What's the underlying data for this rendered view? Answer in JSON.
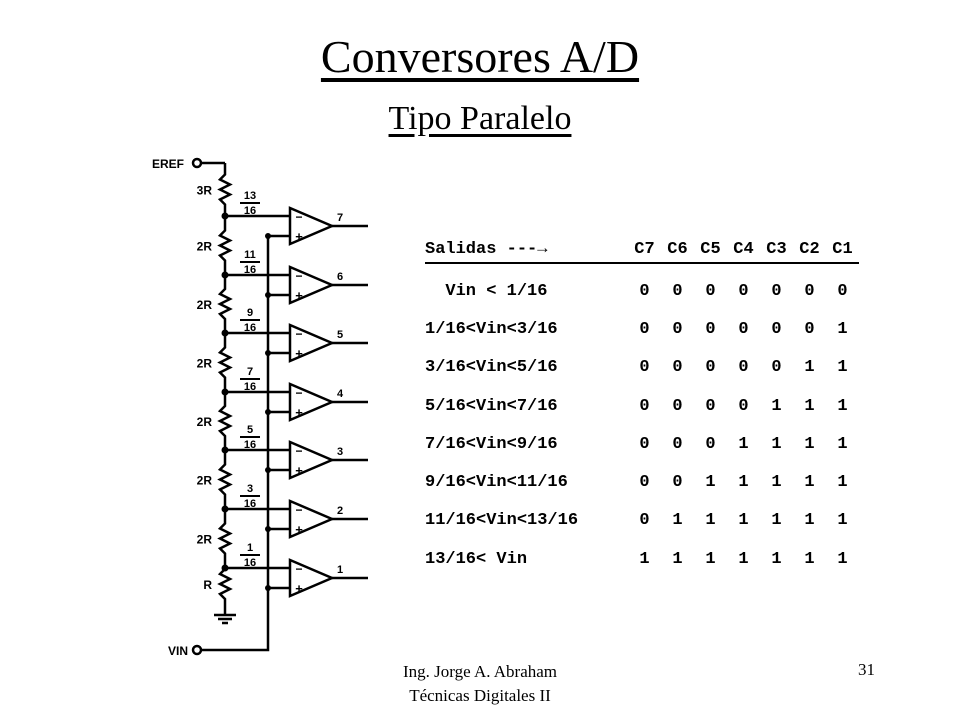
{
  "slide": {
    "title": "Conversores A/D",
    "subtitle": "Tipo Paralelo"
  },
  "circuit": {
    "eref_label": "EREF",
    "vin_label": "VIN",
    "resistors": [
      "3R",
      "2R",
      "2R",
      "2R",
      "2R",
      "2R",
      "2R",
      "R"
    ],
    "taps": [
      {
        "num": "13",
        "den": "16",
        "output": "7"
      },
      {
        "num": "11",
        "den": "16",
        "output": "6"
      },
      {
        "num": "9",
        "den": "16",
        "output": "5"
      },
      {
        "num": "7",
        "den": "16",
        "output": "4"
      },
      {
        "num": "5",
        "den": "16",
        "output": "3"
      },
      {
        "num": "3",
        "den": "16",
        "output": "2"
      },
      {
        "num": "1",
        "den": "16",
        "output": "1"
      }
    ],
    "minus_sign": "−",
    "plus_sign": "+"
  },
  "table": {
    "header_label": "Salidas ---",
    "arrow": "→",
    "columns": [
      "C7",
      "C6",
      "C5",
      "C4",
      "C3",
      "C2",
      "C1"
    ],
    "rows": [
      {
        "label": "  Vin < 1/16",
        "bits": [
          "0",
          "0",
          "0",
          "0",
          "0",
          "0",
          "0"
        ]
      },
      {
        "label": "1/16<Vin<3/16",
        "bits": [
          "0",
          "0",
          "0",
          "0",
          "0",
          "0",
          "1"
        ]
      },
      {
        "label": "3/16<Vin<5/16",
        "bits": [
          "0",
          "0",
          "0",
          "0",
          "0",
          "1",
          "1"
        ]
      },
      {
        "label": "5/16<Vin<7/16",
        "bits": [
          "0",
          "0",
          "0",
          "0",
          "1",
          "1",
          "1"
        ]
      },
      {
        "label": "7/16<Vin<9/16",
        "bits": [
          "0",
          "0",
          "0",
          "1",
          "1",
          "1",
          "1"
        ]
      },
      {
        "label": "9/16<Vin<11/16",
        "bits": [
          "0",
          "0",
          "1",
          "1",
          "1",
          "1",
          "1"
        ]
      },
      {
        "label": "11/16<Vin<13/16",
        "bits": [
          "0",
          "1",
          "1",
          "1",
          "1",
          "1",
          "1"
        ]
      },
      {
        "label": "13/16< Vin",
        "bits": [
          "1",
          "1",
          "1",
          "1",
          "1",
          "1",
          "1"
        ]
      }
    ]
  },
  "footer": {
    "author": "Ing. Jorge A. Abraham",
    "course": "Técnicas Digitales II",
    "page": "31"
  }
}
